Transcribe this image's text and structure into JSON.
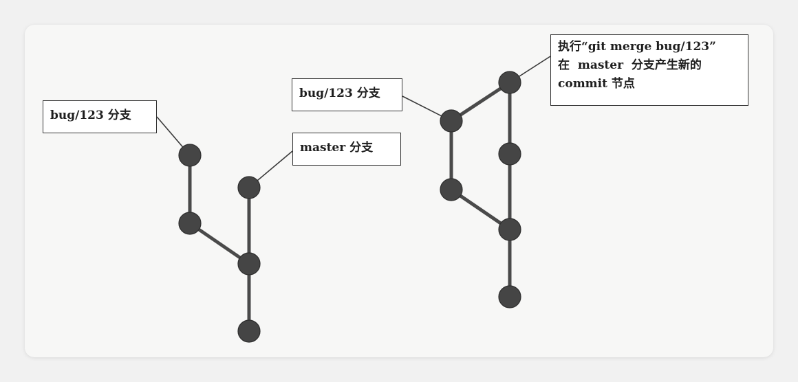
{
  "labels": {
    "left_bug": "bug/123 分支",
    "left_master": "master 分支",
    "right_bug": "bug/123 分支",
    "merge_note_line1": "执行“git merge bug/123”",
    "merge_note_line2": "在  master  分支产生新的",
    "merge_note_line3": "commit 节点"
  },
  "colors": {
    "node": "#454545",
    "edge": "#4a4a4a",
    "box_border": "#333333",
    "background": "#f7f7f6"
  }
}
